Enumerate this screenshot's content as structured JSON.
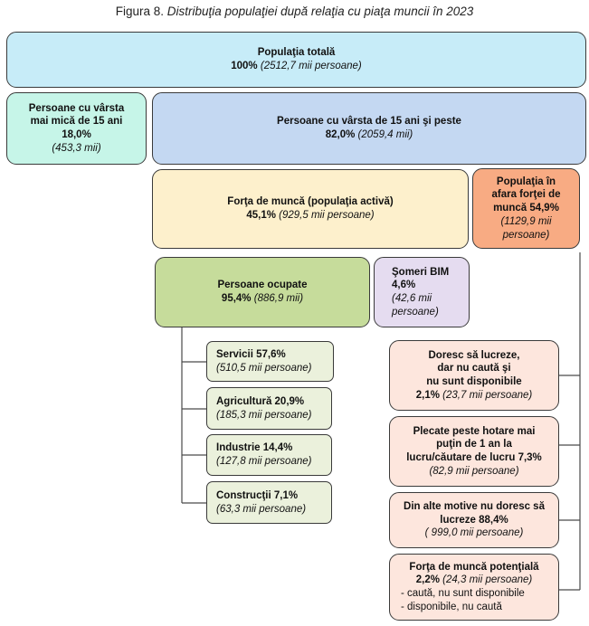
{
  "figure": {
    "label": "Figura 8.",
    "title": "Distribuţia populaţiei după relaţia cu piaţa muncii în 2023"
  },
  "colors": {
    "total": "#c7ecf8",
    "under15": "#c6f5e8",
    "over15": "#c4d8f2",
    "labour_force": "#fdf0cc",
    "outside": "#f8ab83",
    "employed": "#c6dc9b",
    "unemployed": "#e5dcf0",
    "sector": "#ebf1dc",
    "inactive": "#fde6dd"
  },
  "nodes": {
    "total": {
      "title": "Populaţia totală",
      "pct": "100%",
      "value": "(2512,7 mii persoane)"
    },
    "under15": {
      "title_1": "Persoane cu vârsta",
      "title_2": "mai mică de 15 ani",
      "pct": "18,0%",
      "value": "(453,3 mii)"
    },
    "over15": {
      "title": "Persoane cu vârsta de 15 ani şi peste",
      "pct": "82,0%",
      "value": "(2059,4 mii)"
    },
    "labour_force": {
      "title": "Forţa de muncă (populaţia activă)",
      "pct": "45,1%",
      "value": "(929,5 mii persoane)"
    },
    "outside": {
      "title_1": "Populaţia în",
      "title_2": "afara forţei de",
      "title_3": "muncă 54,9%",
      "value_1": "(1129,9 mii",
      "value_2": "persoane)"
    },
    "employed": {
      "title": "Persoane ocupate",
      "pct": "95,4%",
      "value": "(886,9 mii)"
    },
    "unemployed": {
      "title_1": "Şomeri BIM",
      "title_2": "4,6%",
      "value_1": "(42,6 mii",
      "value_2": "persoane)"
    },
    "services": {
      "title": "Servicii 57,6%",
      "value": "(510,5 mii persoane)"
    },
    "agriculture": {
      "title": "Agricultură 20,9%",
      "value": "(185,3 mii persoane)"
    },
    "industry": {
      "title": "Industrie 14,4%",
      "value": "(127,8 mii persoane)"
    },
    "construction": {
      "title": "Construcţii 7,1%",
      "value": "(63,3 mii persoane)"
    },
    "want_work": {
      "title_1": "Doresc să lucreze,",
      "title_2": "dar nu caută şi",
      "title_3": "nu sunt disponibile",
      "pct": "2,1%",
      "value": "(23,7 mii persoane)"
    },
    "abroad": {
      "title_1": "Plecate peste hotare mai",
      "title_2": "puţin de 1 an la",
      "title_3": "lucru/căutare de lucru 7,3%",
      "value": "(82,9 mii persoane)"
    },
    "other": {
      "title_1": "Din alte motive nu doresc să",
      "title_2": "lucreze 88,4%",
      "value": "( 999,0 mii persoane)"
    },
    "potential": {
      "title": "Forţa de muncă potenţială",
      "pct": "2,2%",
      "value": "(24,3 mii persoane)",
      "item_1": "- caută, nu sunt disponibile",
      "item_2": "- disponibile, nu caută"
    }
  }
}
